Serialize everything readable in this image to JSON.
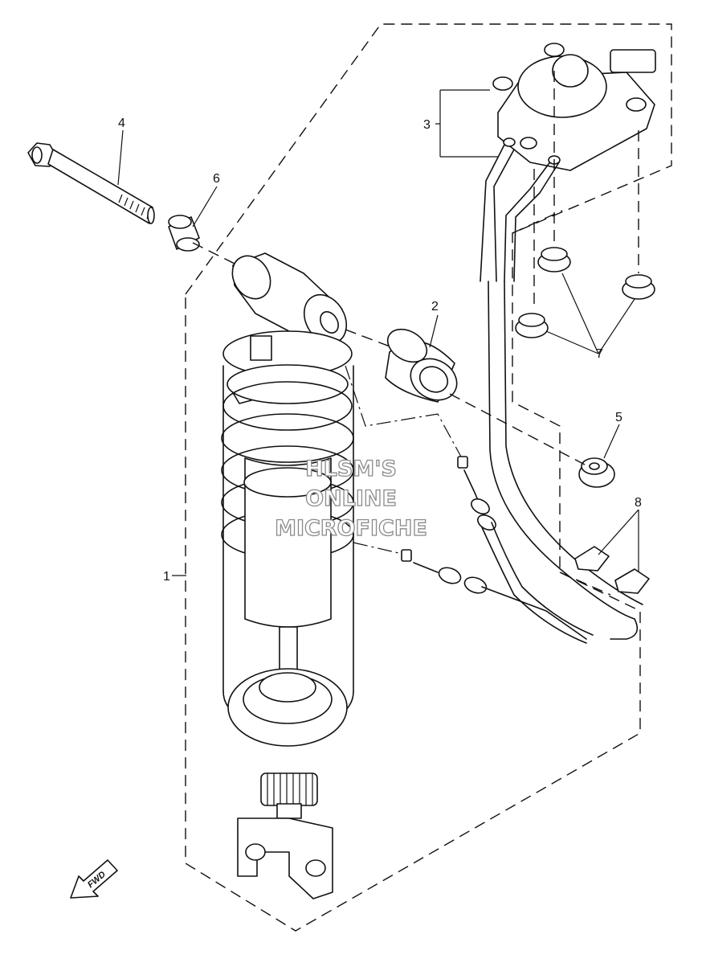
{
  "callouts": {
    "c1": "1",
    "c2": "2",
    "c3": "3",
    "c4": "4",
    "c5": "5",
    "c6": "6",
    "c7": "7",
    "c8": "8"
  },
  "watermark": {
    "line1": "HLSM'S",
    "line2": "ONLINE",
    "line3": "MICROFICHE"
  },
  "fwd_label": "FWD"
}
